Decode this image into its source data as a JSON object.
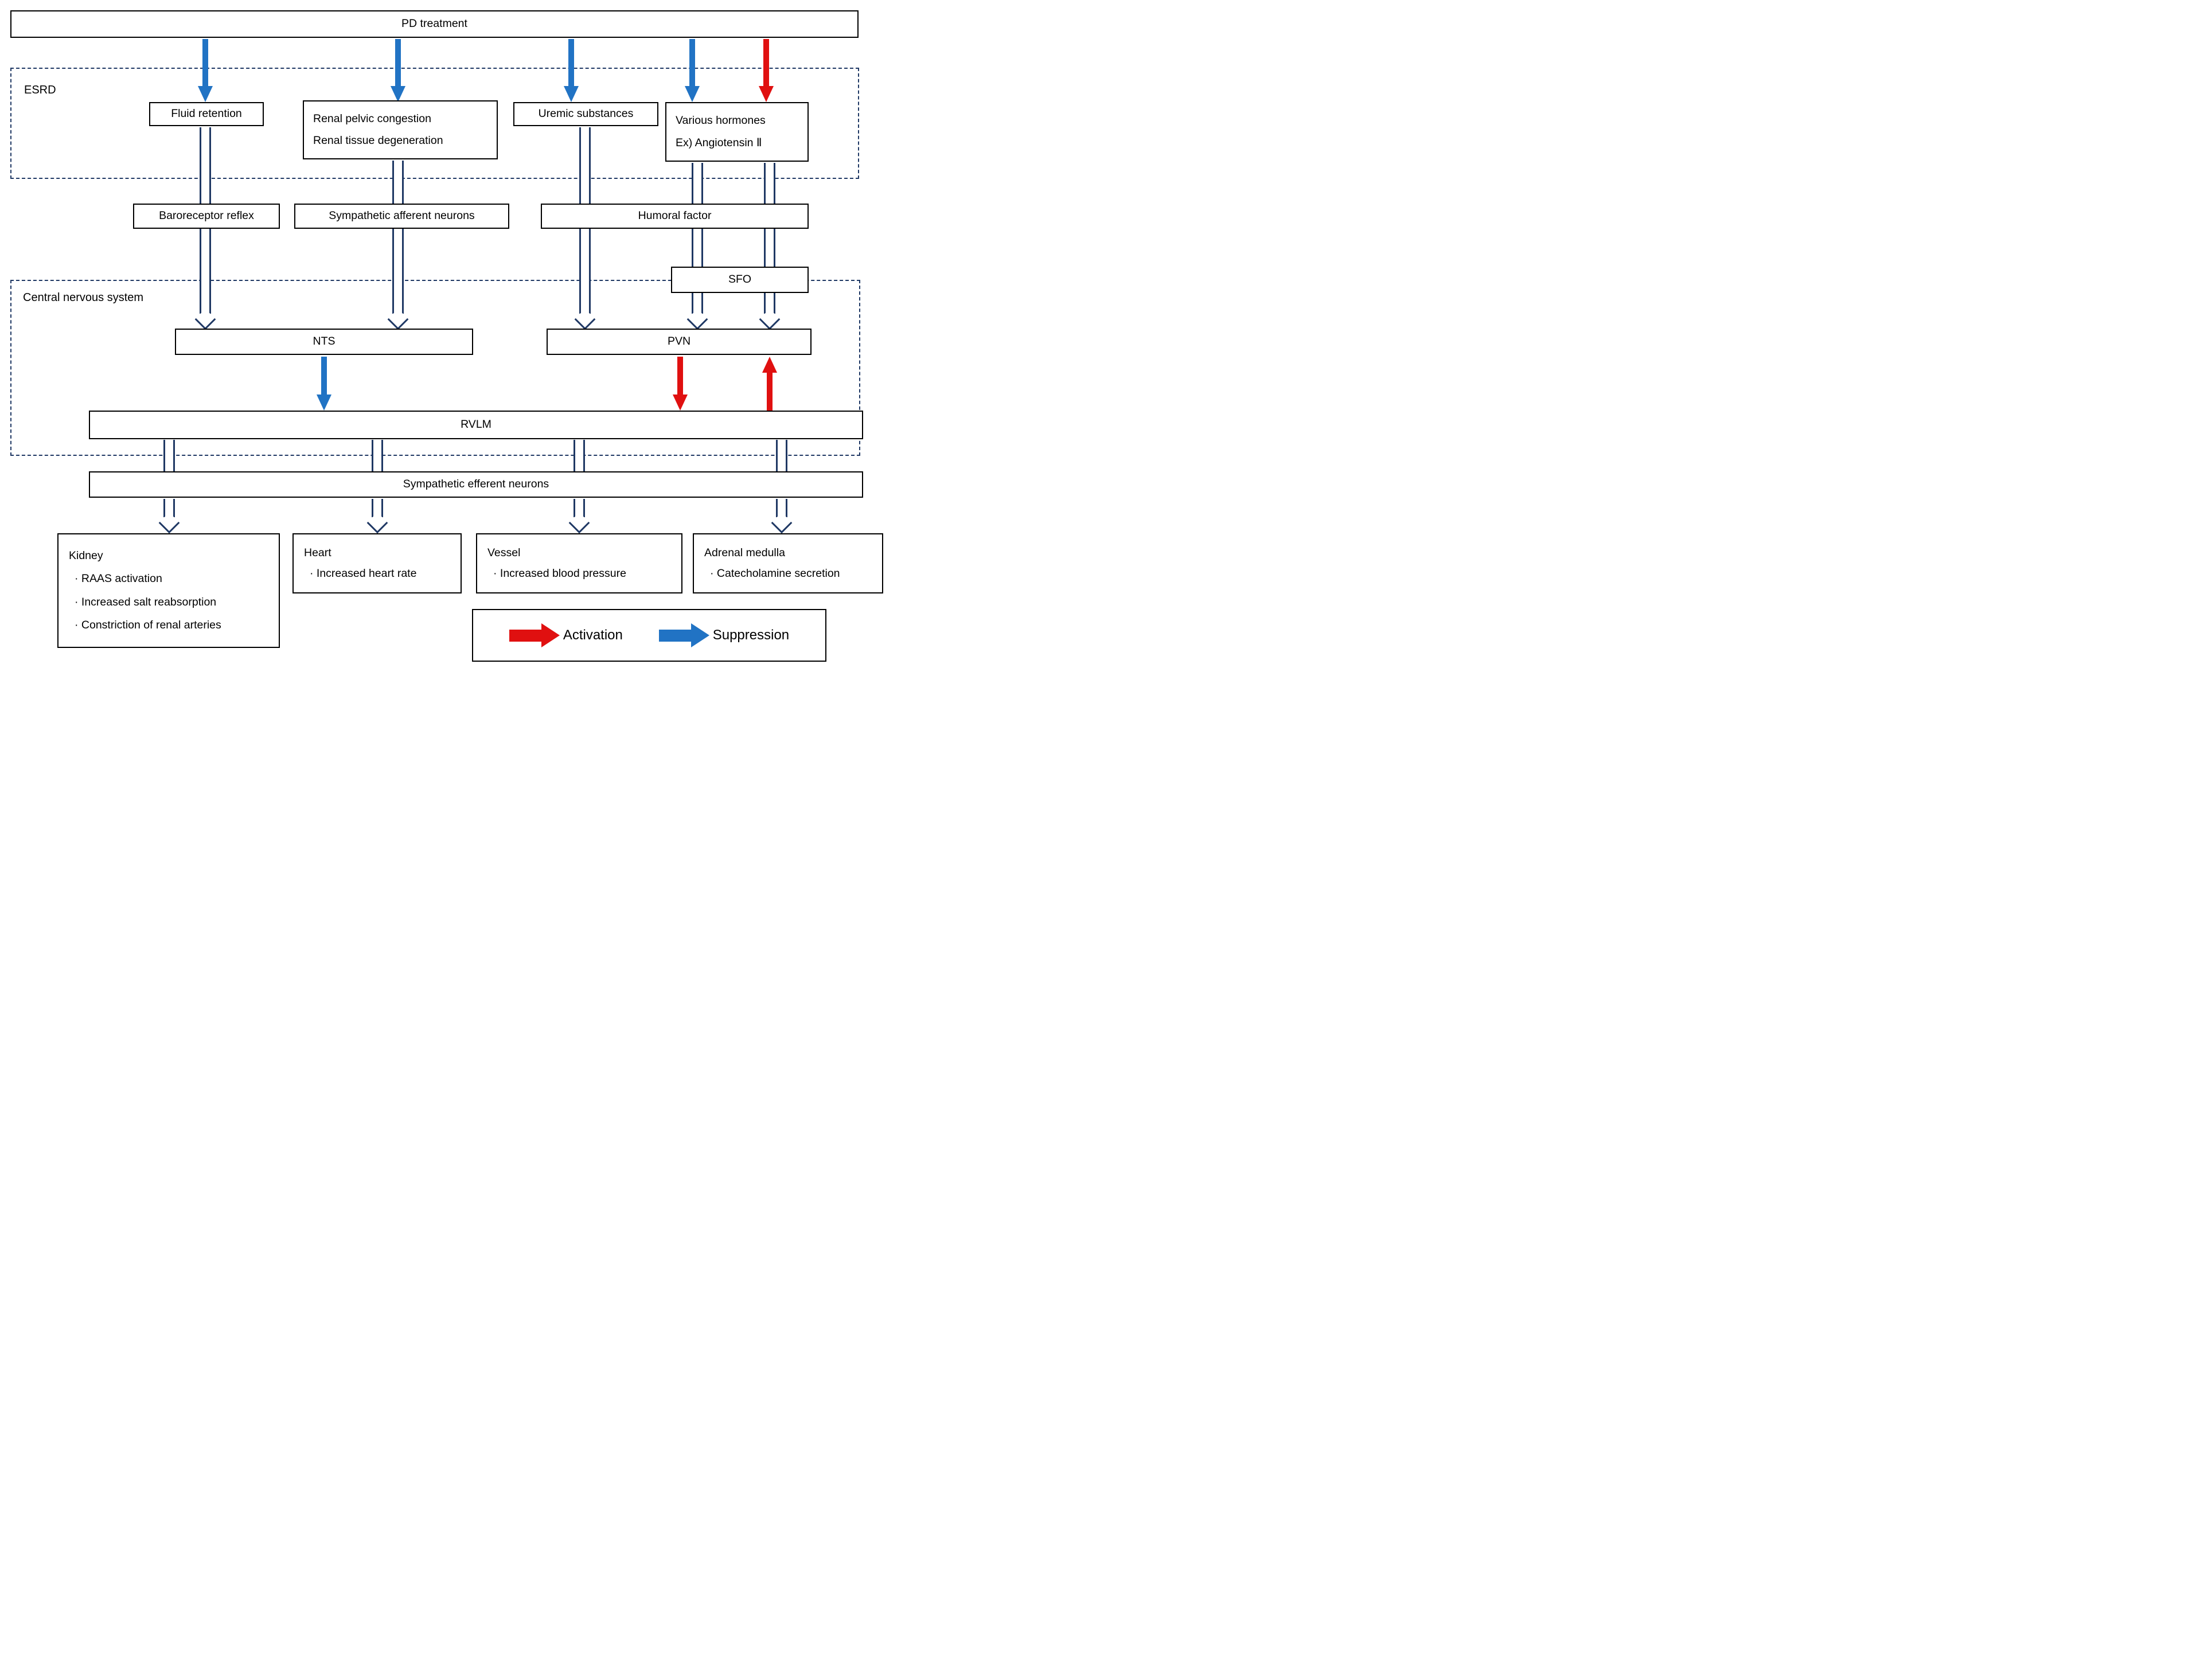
{
  "title": "PD treatment",
  "groups": {
    "esrd": "ESRD",
    "cns": "Central nervous system"
  },
  "nodes": {
    "fluid": "Fluid retention",
    "renal": {
      "line1": "Renal pelvic congestion",
      "line2": "Renal tissue degeneration"
    },
    "uremic": "Uremic substances",
    "hormones": {
      "line1": "Various hormones",
      "line2": "Ex) Angiotensin Ⅱ"
    },
    "baroreceptor": "Baroreceptor reflex",
    "afferent": "Sympathetic afferent neurons",
    "humoral": "Humoral factor",
    "sfo": "SFO",
    "nts": "NTS",
    "pvn": "PVN",
    "rvlm": "RVLM",
    "efferent": "Sympathetic efferent neurons"
  },
  "organs": {
    "kidney": {
      "title": "Kidney",
      "items": [
        "· RAAS activation",
        "· Increased salt reabsorption",
        "· Constriction of renal arteries"
      ]
    },
    "heart": {
      "title": "Heart",
      "items": [
        "· Increased heart rate"
      ]
    },
    "vessel": {
      "title": "Vessel",
      "items": [
        "·  Increased blood pressure"
      ]
    },
    "adrenal": {
      "title": "Adrenal medulla",
      "items": [
        "· Catecholamine secretion"
      ]
    }
  },
  "legend": {
    "activation": "Activation",
    "suppression": "Suppression"
  },
  "colors": {
    "activation_red": "#E01010",
    "suppression_blue": "#2173C4",
    "outline_navy": "#1F3864"
  }
}
